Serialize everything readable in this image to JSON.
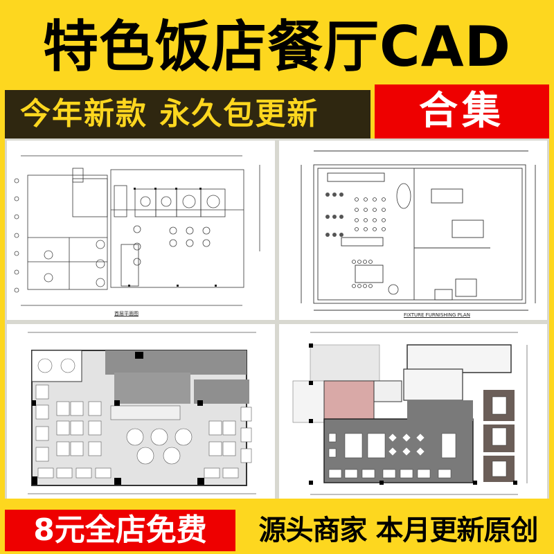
{
  "header": {
    "title": "特色饭店餐厅CAD",
    "subtitle": "今年新款  永久包更新",
    "badge": "合集"
  },
  "panels": [
    {
      "name": "floor-plan-1",
      "caption": "首层平面图"
    },
    {
      "name": "floor-plan-2",
      "caption": "FIXTURE FURNISHING PLAN"
    },
    {
      "name": "floor-plan-3",
      "caption": ""
    },
    {
      "name": "floor-plan-4",
      "caption": ""
    }
  ],
  "footer": {
    "promo": "8元全店免费",
    "slogan": "源头商家 本月更新原创"
  },
  "colors": {
    "background": "#fdd71f",
    "dark_bar": "#2f2710",
    "red": "#ee0000",
    "text_yellow": "#fdd71f",
    "text_white": "#ffffff"
  }
}
